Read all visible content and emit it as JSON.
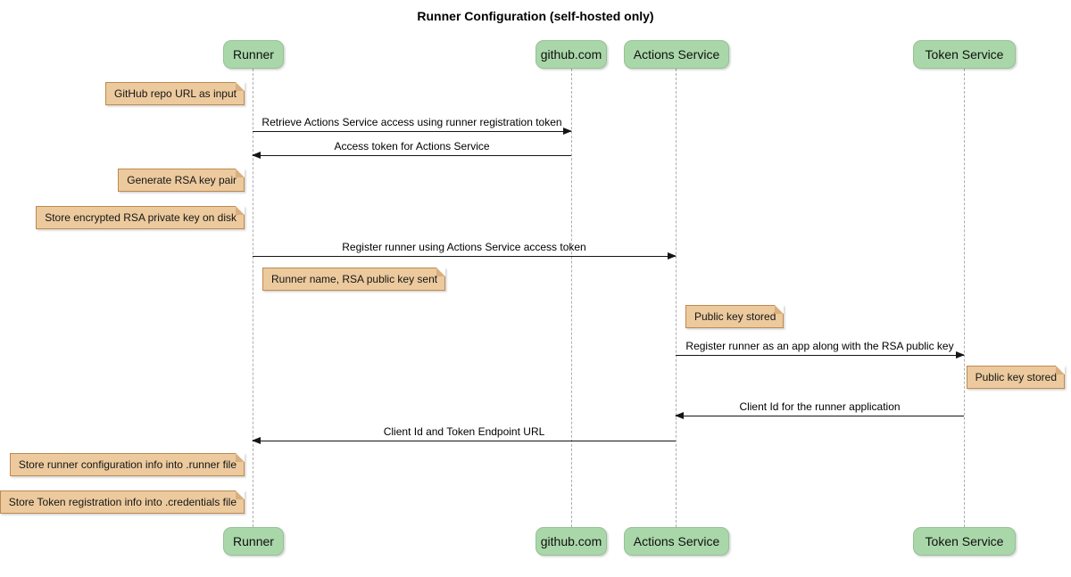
{
  "title": "Runner Configuration (self-hosted only)",
  "participants": [
    {
      "name": "Runner"
    },
    {
      "name": "github.com"
    },
    {
      "name": "Actions Service"
    },
    {
      "name": "Token Service"
    }
  ],
  "messages": [
    {
      "from": "Runner",
      "to": "github.com",
      "direction": "right",
      "label": "Retrieve Actions Service access using runner registration token"
    },
    {
      "from": "github.com",
      "to": "Runner",
      "direction": "left",
      "label": "Access token for Actions Service"
    },
    {
      "from": "Runner",
      "to": "Actions Service",
      "direction": "right",
      "label": "Register runner using Actions Service access token"
    },
    {
      "from": "Actions Service",
      "to": "Token Service",
      "direction": "right",
      "label": "Register runner as an app along with the RSA public key"
    },
    {
      "from": "Token Service",
      "to": "Actions Service",
      "direction": "left",
      "label": "Client Id for the runner application"
    },
    {
      "from": "Actions Service",
      "to": "Runner",
      "direction": "left",
      "label": "Client Id and Token Endpoint URL"
    }
  ],
  "notes": [
    {
      "text": "GitHub repo URL as input",
      "anchor": "Runner",
      "side": "left"
    },
    {
      "text": "Generate RSA key pair",
      "anchor": "Runner",
      "side": "left"
    },
    {
      "text": "Store encrypted RSA private key on disk",
      "anchor": "Runner",
      "side": "left"
    },
    {
      "text": "Runner name, RSA public key sent",
      "anchor": "Runner",
      "side": "right"
    },
    {
      "text": "Public key stored",
      "anchor": "Actions Service",
      "side": "right"
    },
    {
      "text": "Public key stored",
      "anchor": "Token Service",
      "side": "right"
    },
    {
      "text": "Store runner configuration info into .runner file",
      "anchor": "Runner",
      "side": "left"
    },
    {
      "text": "Store Token registration info into .credentials file",
      "anchor": "Runner",
      "side": "left"
    }
  ],
  "colors": {
    "participant_fill": "#a9d7a9",
    "participant_border": "#94c294",
    "note_fill": "#ecca9e",
    "note_border": "#be8a50",
    "note_fold": "#d9af7e",
    "lifeline": "#adadad",
    "arrow": "#151515",
    "background": "#ffffff"
  }
}
